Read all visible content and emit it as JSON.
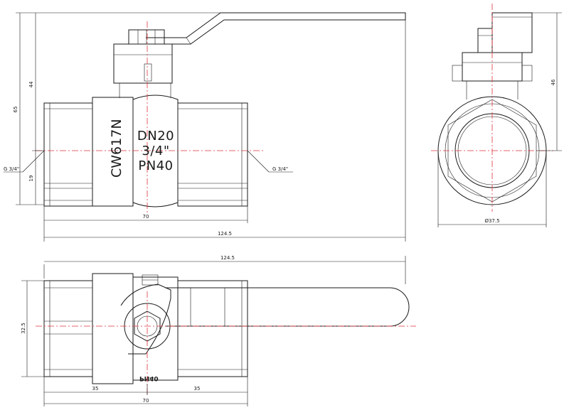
{
  "markings": {
    "material": "CW617N",
    "nominal_diameter": "DN20",
    "thread_size": "3/4\"",
    "pressure": "PN40"
  },
  "dimensions": {
    "front_height_upper": "44",
    "front_height_total": "65",
    "front_height_lower": "19",
    "thread_left": "G 3/4\"",
    "thread_right": "G 3/4\"",
    "front_body_length": "70",
    "front_total_length": "124.5",
    "side_height": "46",
    "side_diameter": "Ø37.5",
    "top_total_length": "124.5",
    "top_width": "32.5",
    "top_half_left": "35",
    "top_half_right": "35",
    "top_body_length": "70"
  },
  "colors": {
    "line": "#1a1a1a",
    "centerline": "#e0353d",
    "background": "#ffffff"
  }
}
